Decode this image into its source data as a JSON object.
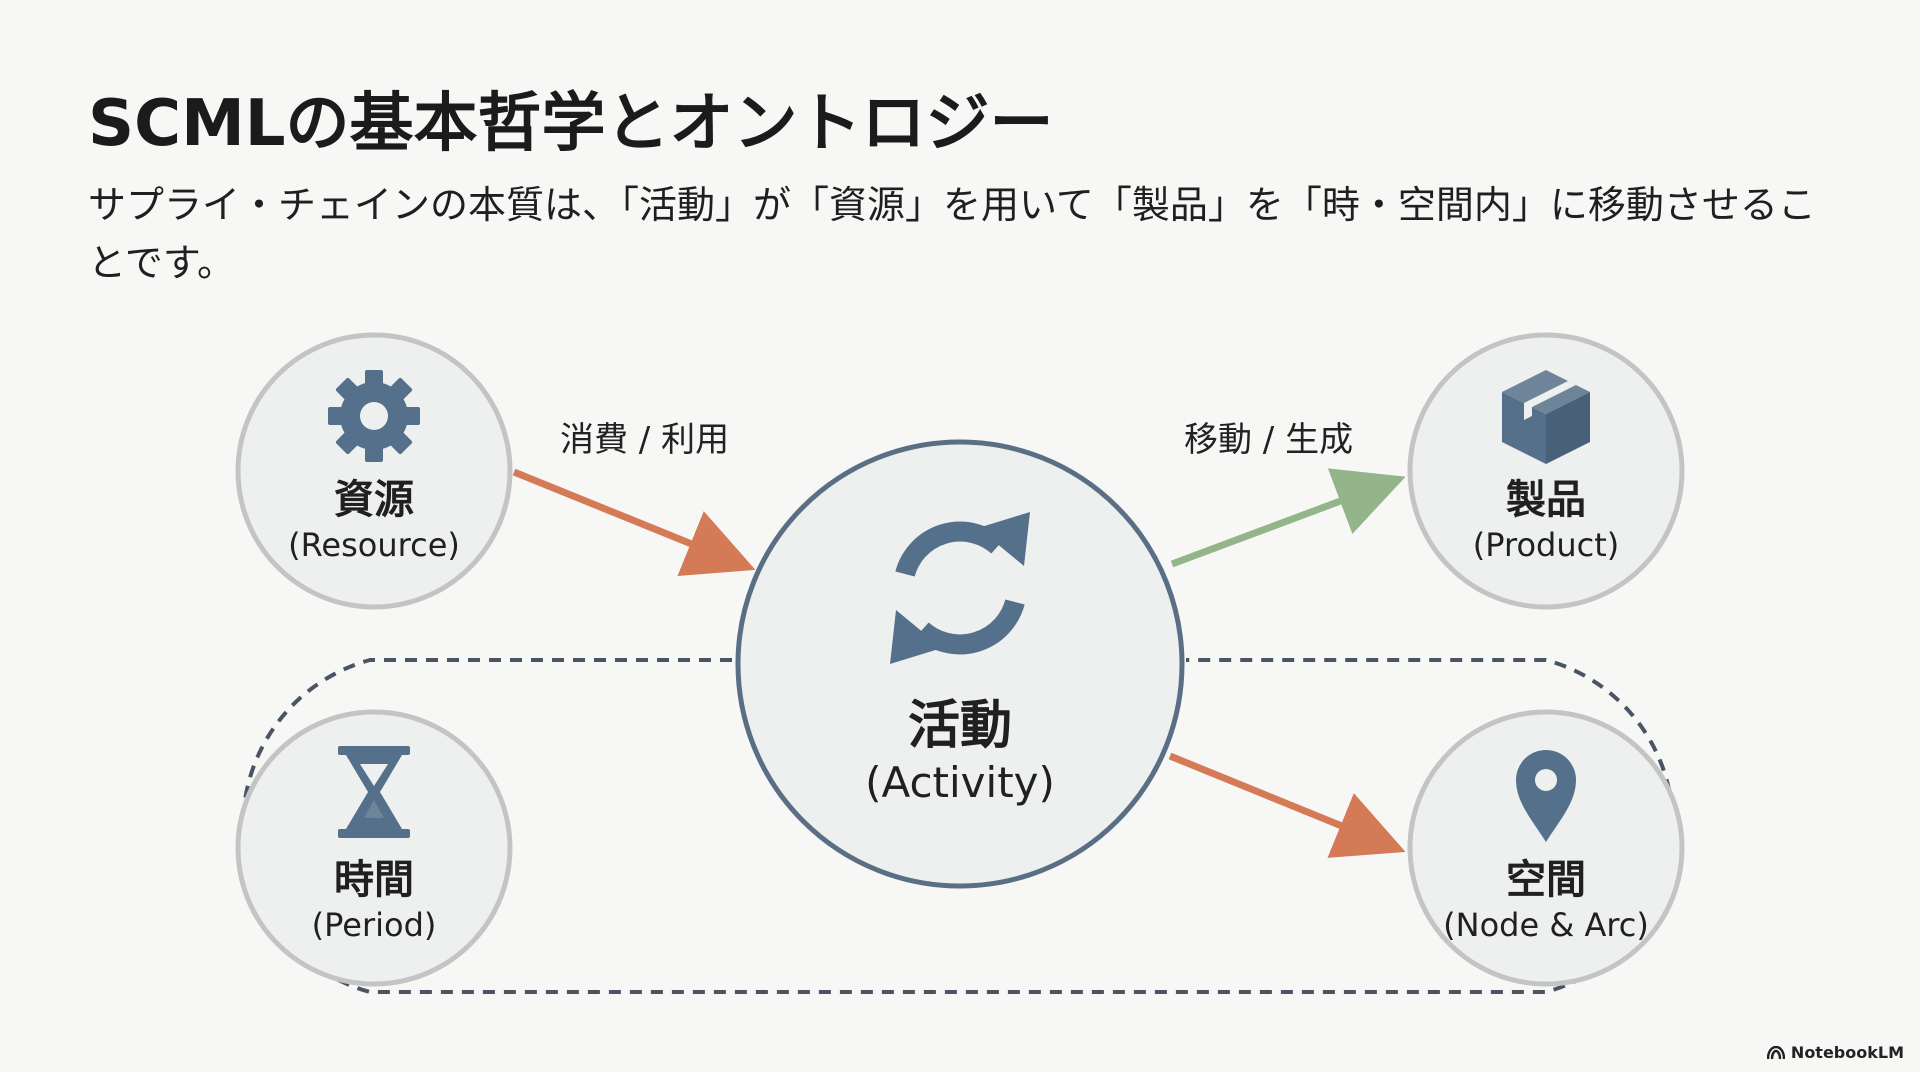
{
  "title": "SCMLの基本哲学とオントロジー",
  "subtitle": "サプライ・チェインの本質は、「活動」が「資源」を用いて「製品」を「時・空間内」に移動させることです。",
  "nodes": {
    "resource": {
      "jp": "資源",
      "en": "(Resource)",
      "icon": "gear-icon"
    },
    "activity": {
      "jp": "活動",
      "en": "(Activity)",
      "icon": "cycle-arrows-icon"
    },
    "product": {
      "jp": "製品",
      "en": "(Product)",
      "icon": "box-icon"
    },
    "period": {
      "jp": "時間",
      "en": "(Period)",
      "icon": "hourglass-icon"
    },
    "space": {
      "jp": "空間",
      "en": "(Node & Arc)",
      "icon": "location-pin-icon"
    }
  },
  "edges": {
    "consume": {
      "label": "消費 / 利用"
    },
    "move": {
      "label": "移動 / 生成"
    }
  },
  "colors": {
    "node_border": "#c4c4c4",
    "node_fill": "#eef0f0",
    "activity_border": "#5a6f84",
    "icon": "#55708a",
    "arrow_orange": "#d47a57",
    "arrow_green": "#93b589",
    "dashed": "#4a5563"
  },
  "brand": "NotebookLM"
}
